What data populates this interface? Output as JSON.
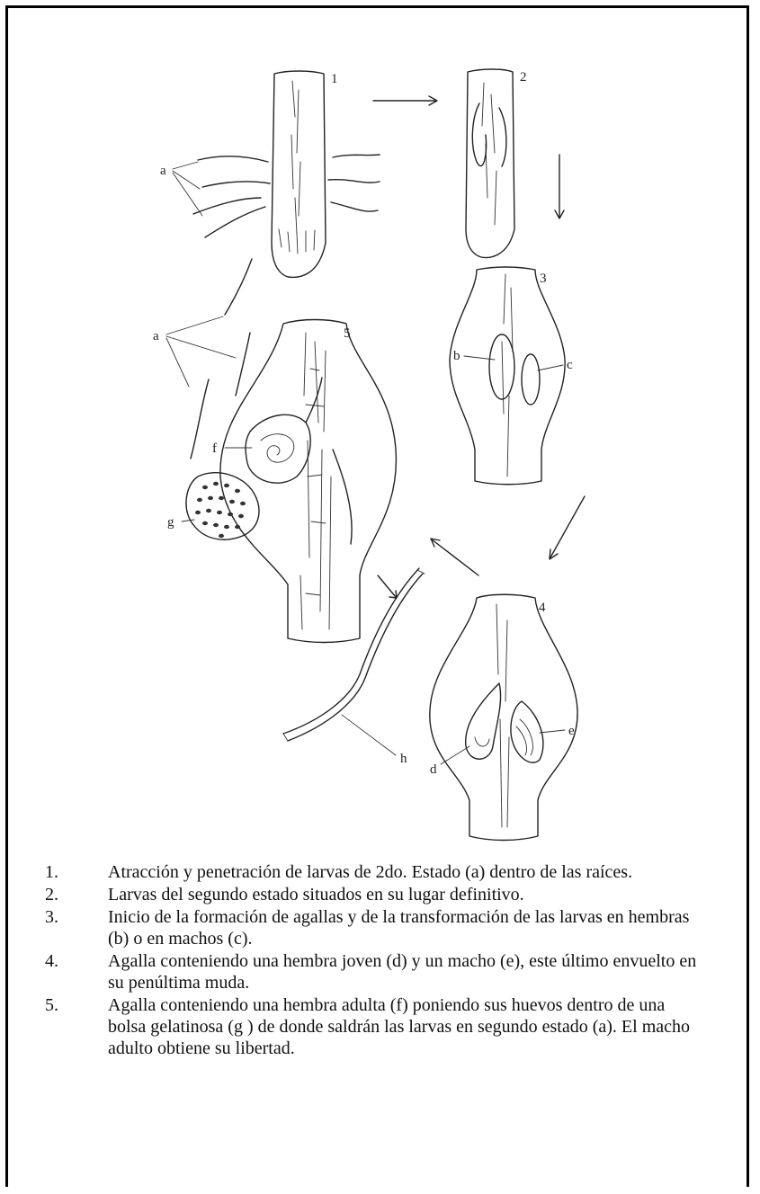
{
  "figure": {
    "stage_labels": [
      "1",
      "2",
      "3",
      "4",
      "5"
    ],
    "part_labels": {
      "a_top": "a",
      "a_mid": "a",
      "b": "b",
      "c": "c",
      "d": "d",
      "e": "e",
      "f": "f",
      "g": "g",
      "h": "h"
    }
  },
  "caption": {
    "items": [
      {
        "num": "1.",
        "text": "Atracción y penetración de larvas de 2do. Estado (a) dentro de las raíces."
      },
      {
        "num": "2.",
        "text": "Larvas del segundo estado situados en su lugar definitivo."
      },
      {
        "num": "3.",
        "text": "Inicio de la formación de agallas y de la transformación de las larvas en hembras (b) o en machos (c)."
      },
      {
        "num": "4.",
        "text": "Agalla conteniendo una hembra joven (d) y un macho (e), este último envuelto en su penúltima muda."
      },
      {
        "num": "5.",
        "text": "Agalla conteniendo una hembra adulta (f) poniendo sus huevos dentro de una bolsa gelatinosa (g ) de donde saldrán las larvas en segundo estado (a).  El macho adulto obtiene su libertad."
      }
    ]
  }
}
